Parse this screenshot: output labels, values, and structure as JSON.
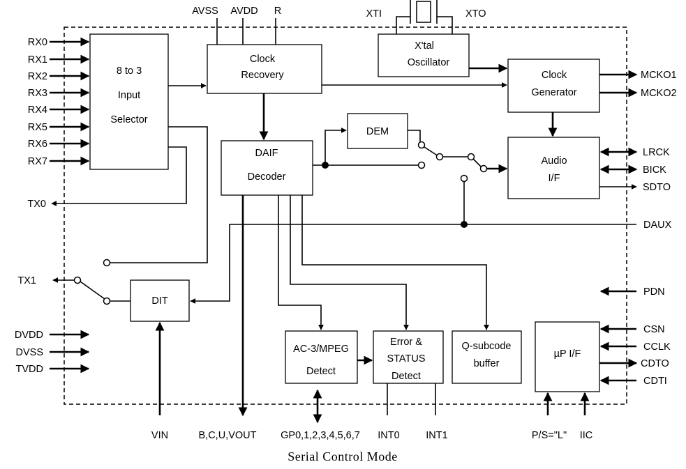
{
  "caption": "Serial Control Mode",
  "blocks": {
    "input_selector": [
      "8 to 3",
      "Input",
      "Selector"
    ],
    "clock_recovery": [
      "Clock",
      "Recovery"
    ],
    "xtal_oscillator": [
      "X'tal",
      "Oscillator"
    ],
    "clock_generator": [
      "Clock",
      "Generator"
    ],
    "dem": [
      "DEM"
    ],
    "daif_decoder": [
      "DAIF",
      "Decoder"
    ],
    "audio_if": [
      "Audio",
      "I/F"
    ],
    "dit": [
      "DIT"
    ],
    "ac3_mpeg_detect": [
      "AC-3/MPEG",
      "Detect"
    ],
    "error_status_detect": [
      "Error &",
      "STATUS",
      "Detect"
    ],
    "q_subcode_buffer": [
      "Q-subcode",
      "buffer"
    ],
    "up_if": [
      "µP I/F"
    ]
  },
  "pins": {
    "rx_inputs": [
      "RX0",
      "RX1",
      "RX2",
      "RX3",
      "RX4",
      "RX5",
      "RX6",
      "RX7"
    ],
    "tx0": "TX0",
    "tx1": "TX1",
    "power": [
      "DVDD",
      "DVSS",
      "TVDD"
    ],
    "top_analog": [
      "AVSS",
      "AVDD",
      "R"
    ],
    "xti": "XTI",
    "xto": "XTO",
    "mcko1": "MCKO1",
    "mcko2": "MCKO2",
    "lrck": "LRCK",
    "bick": "BICK",
    "sdto": "SDTO",
    "daux": "DAUX",
    "pdn": "PDN",
    "csn": "CSN",
    "cclk": "CCLK",
    "cdto": "CDTO",
    "cdti": "CDTI",
    "vin": "VIN",
    "bcuvout": "B,C,U,VOUT",
    "gp": "GP0,1,2,3,4,5,6,7",
    "int0": "INT0",
    "int1": "INT1",
    "ps": "P/S=\"L\"",
    "iic": "IIC"
  }
}
